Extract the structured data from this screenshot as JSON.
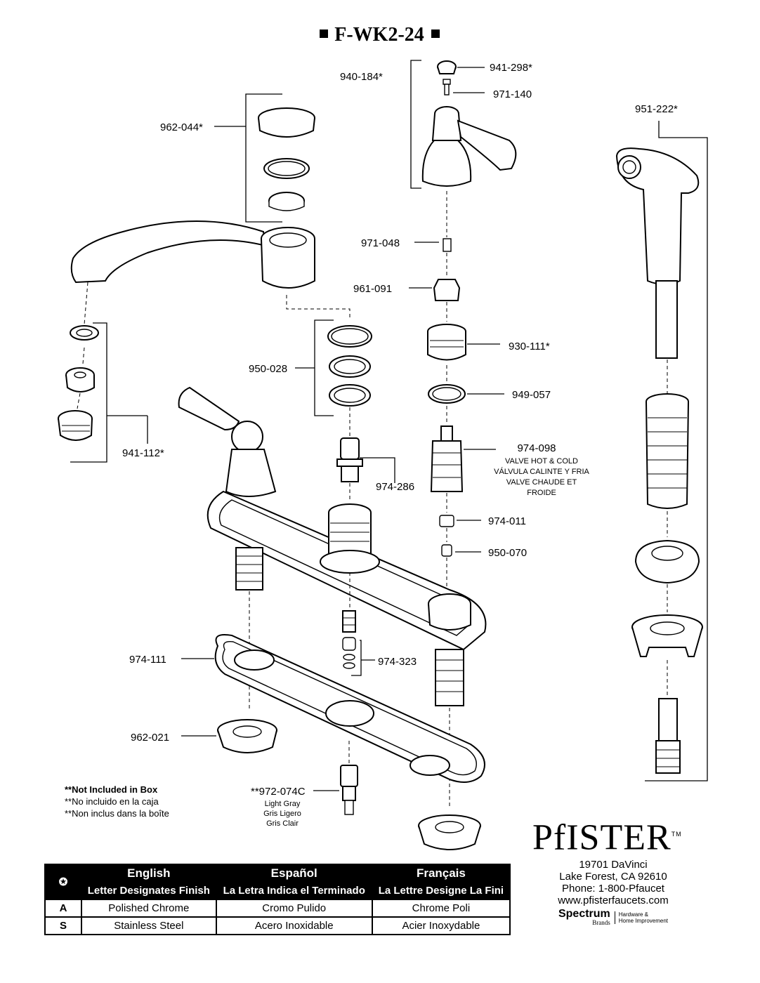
{
  "title": "F-WK2-24",
  "parts": {
    "p941_298": "941-298*",
    "p940_184": "940-184*",
    "p971_140": "971-140",
    "p962_044": "962-044*",
    "p951_222": "951-222*",
    "p971_048": "971-048",
    "p961_091": "961-091",
    "p930_111": "930-111*",
    "p950_028": "950-028",
    "p949_057": "949-057",
    "p941_112": "941-112*",
    "p974_098": "974-098",
    "p974_286": "974-286",
    "p974_011": "974-011",
    "p950_070": "950-070",
    "p974_111": "974-111",
    "p974_323": "974-323",
    "p962_021": "962-021",
    "p972_074c": "**972-074C"
  },
  "valve_description": [
    "VALVE HOT & COLD",
    "VÁLVULA CALINTE Y FRIA",
    "VALVE CHAUDE ET",
    "FROIDE"
  ],
  "hose_color": [
    "Light Gray",
    "Gris Ligero",
    "Gris Clair"
  ],
  "notes": [
    "**Not Included in Box",
    "**No incluido en la caja",
    "**Non inclus dans la boîte"
  ],
  "finish_table": {
    "symbol": "✪",
    "languages": [
      "English",
      "Español",
      "Français"
    ],
    "subheaders": [
      "Letter Designates Finish",
      "La Letra Indica el Terminado",
      "La Lettre Designe La Fini"
    ],
    "rows": [
      {
        "code": "A",
        "values": [
          "Polished Chrome",
          "Cromo Pulido",
          "Chrome Poli"
        ]
      },
      {
        "code": "S",
        "values": [
          "Stainless Steel",
          "Acero Inoxidable",
          "Acier Inoxydable"
        ]
      }
    ]
  },
  "company": {
    "brand": "PfISTER",
    "trademark": "TM",
    "address1": "19701 DaVinci",
    "address2": "Lake Forest, CA 92610",
    "phone": "Phone: 1-800-Pfaucet",
    "website": "www.pfisterfaucets.com",
    "parent_name": "Spectrum",
    "parent_sub": "Brands",
    "parent_tag1": "Hardware &",
    "parent_tag2": "Home Improvement"
  }
}
